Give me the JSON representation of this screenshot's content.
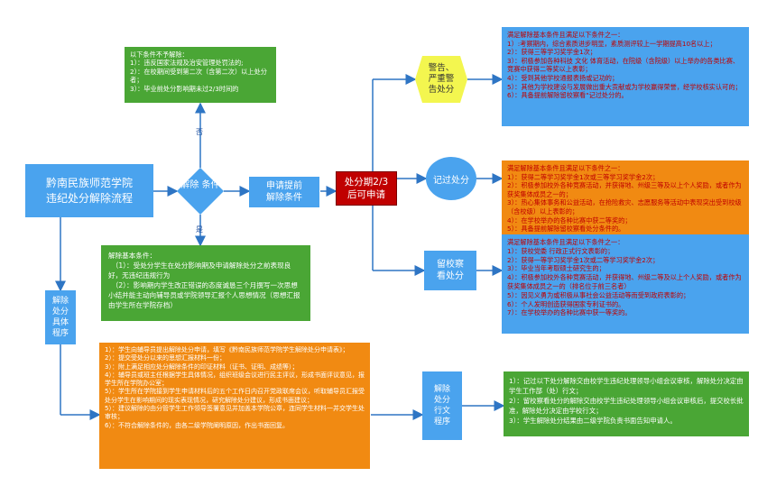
{
  "title": "黔南民族师范学院\n违纪处分解除流程",
  "decision": "解除\n条件",
  "no_label": "否",
  "yes_label": "是",
  "apply": "申请提前\n解除条件",
  "period": "处分期2/3\n后可申请",
  "warning": "警告、\n严重警\n告处分",
  "demerit": "记过处分",
  "probation": "留校察\n看处分",
  "procedure": "解除\n处分\n具体\n程序",
  "doc_procedure": "解除\n处分\n行文\n程序",
  "not_lift": "以下条件不予解除：\n1）：违反国家法规及治安管理处罚法的;\n2）：在校期间受到第二次（含第二次）以上处分者；\n3）：毕业前处分影响期未过2/3时间的",
  "basic": "解除基本条件：\n　（1）：受处分学生在处分影响期及申请解除处分之前表现良好，无违纪违规行为\n　（2）：影响期内学生改正错误的态度诚恳三个月撰写一次思想小结并能主动向辅导员或学院领导汇报个人思想情况（思想汇报由学生所在学院存档）",
  "warning_cond": "满足解除基本条件且满足以下条件之一：\n1）:考察期内，综合素质进步明显，素质测评较上一学期提高10名以上；\n2）：获得三等学习奖学金1次；\n3）：积极参加各种科技 文化 体育活动，在院级（含院级）以上举办的各类比赛、竞赛中获得二等奖以上表彰；\n4）：受到其他学校通报表扬或记功的；\n5）：其他为学校建设与发展做出重大贡献或为学校赢得荣誉，经学校核实认可的；\n6）：具备提前解除留校察看\"记过处分的。",
  "demerit_cond": "满足解除基本条件且满足以下条件之一：\n1）：获得二等学习奖学金1次或三等学习奖学金2次；\n2）：积极参加校外各种竞赛活动，并获得地、州级三等及以上个人奖励，或者作为获奖集体成员之一的；\n3）：热心集体事务和公益活动，在抢险救灾、志愿服务等活动中表现突出受到校级（含校级）以上表彰的；\n4）：在学校举办的各种比赛中获二等奖的；\n5）：具备提前解除留校察看处分条件的。",
  "probation_cond": "满足解除基本条件且满足以下条件之一：\n1）：获校党委 行政正式行文表彰的；\n2）：获得一等学习奖学金1次或二等学习奖学金2次；\n3）：毕业当年考取硕士研究生的；\n4）：积极参加校外各种竞赛活动，并获得地、州级二等及以上个人奖励，或者作为获奖集体成员之一的（排名位于前三名者）\n5）：因见义勇为或积极从事社会公益活动等而受到政府表彰的；\n6）：个人发明创造获得国家专利证书的。\n7）：在学校举办的各种比赛中获一等奖的。",
  "procedure_text": "1）：学生向辅导员提出解除处分申请，填写《黔南民族师范学院学生解除处分申请表》；\n2）：提交受处分以来的思想汇报材料一份；\n3）：附上满足相应处分解除条件的印证材料（证书、证明、成绩等）；\n4）：辅导员或班主任根据学生具体情况，组织班级会议进行民主评议，形成书面评议意见，报学生所在学院办公室；\n5）：学生所在学院接到学生申请材料后的五个工作日内召开党政联席会议，听取辅导员汇报受处分学生在影响期间的现实表现情况，研究解除处分建议，形成书面建议；\n5）：建议解除的由分管学生工作领导签署意见并加盖本学院公章，连同学生材料一并交学生处审核；\n6）：不符合解除条件的，由各二级学院阐明原因，作出书面回复。",
  "doc_text": "1）：记过以下处分解除交由校学生违纪处理领导小组会议审核，解除处分决定由学生工作部（处）行文；\n2）：留校察看处分的解除交由校学生违纪处理领导小组会议审核后，提交校长批准，解除处分决定由学校行文；\n3）：学生解除处分结果由二级学院负责书面告知申请人。",
  "colors": {
    "blue": "#4aa3ee",
    "green": "#4aa635",
    "orange": "#f18a12",
    "red": "#c00000",
    "yellow": "#f3f64f",
    "connector": "#2e75c4"
  }
}
